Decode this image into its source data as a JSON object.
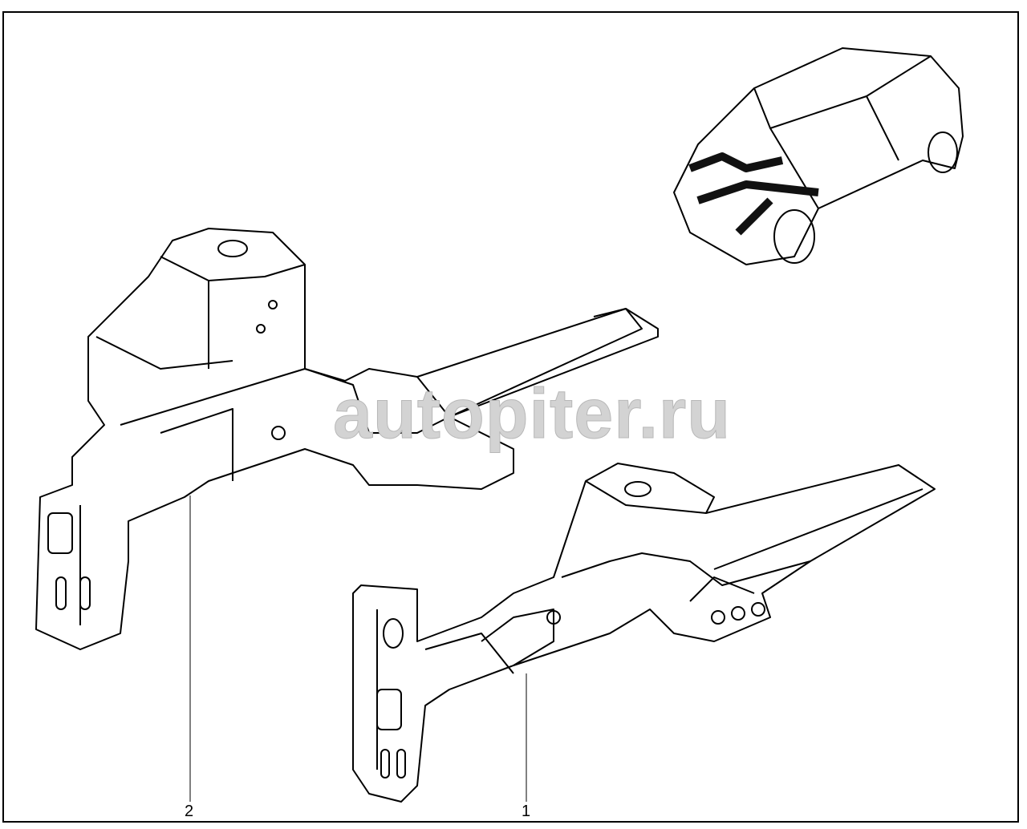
{
  "diagram": {
    "callouts": [
      {
        "number": "1"
      },
      {
        "number": "2"
      }
    ],
    "watermark": "autopiter.ru"
  }
}
